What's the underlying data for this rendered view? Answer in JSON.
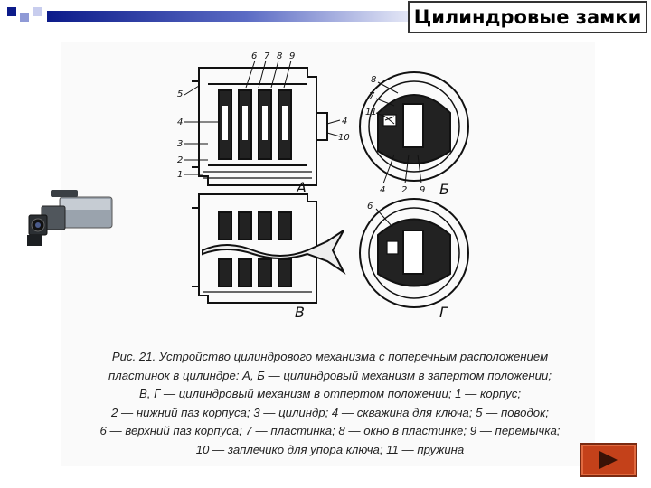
{
  "header": {
    "title": "Цилиндровые замки"
  },
  "figure": {
    "callouts_a": [
      "6",
      "7",
      "8",
      "9",
      "5",
      "4",
      "3",
      "2",
      "1",
      "4",
      "10"
    ],
    "callouts_b": [
      "8",
      "7",
      "11",
      "4",
      "2",
      "9"
    ],
    "callouts_g": [
      "6"
    ],
    "label_a": "А",
    "label_b": "Б",
    "label_v": "В",
    "label_g": "Г"
  },
  "caption": {
    "line1": "Рис. 21. Устройство цилиндрового механизма с поперечным расположением",
    "line2": "пластинок в цилиндре: А, Б — цилиндровый механизм в запертом положении;",
    "line3": "В, Г — цилиндровый механизм в отпертом положении; 1 — корпус;",
    "line4": "2 — нижний паз корпуса; 3 — цилиндр; 4 — скважина для ключа; 5 — поводок;",
    "line5": "6 — верхний паз корпуса; 7 — пластинка; 8 — окно в пластинке; 9 — перемычка;",
    "line6": "10 — заплечико для упора ключа; 11 — пружина"
  },
  "icons": {
    "camera": "video-camera-icon",
    "next": "next-arrow-icon"
  },
  "colors": {
    "header_gradient_start": "#0c1b8a",
    "nav_button": "#c4411a"
  }
}
